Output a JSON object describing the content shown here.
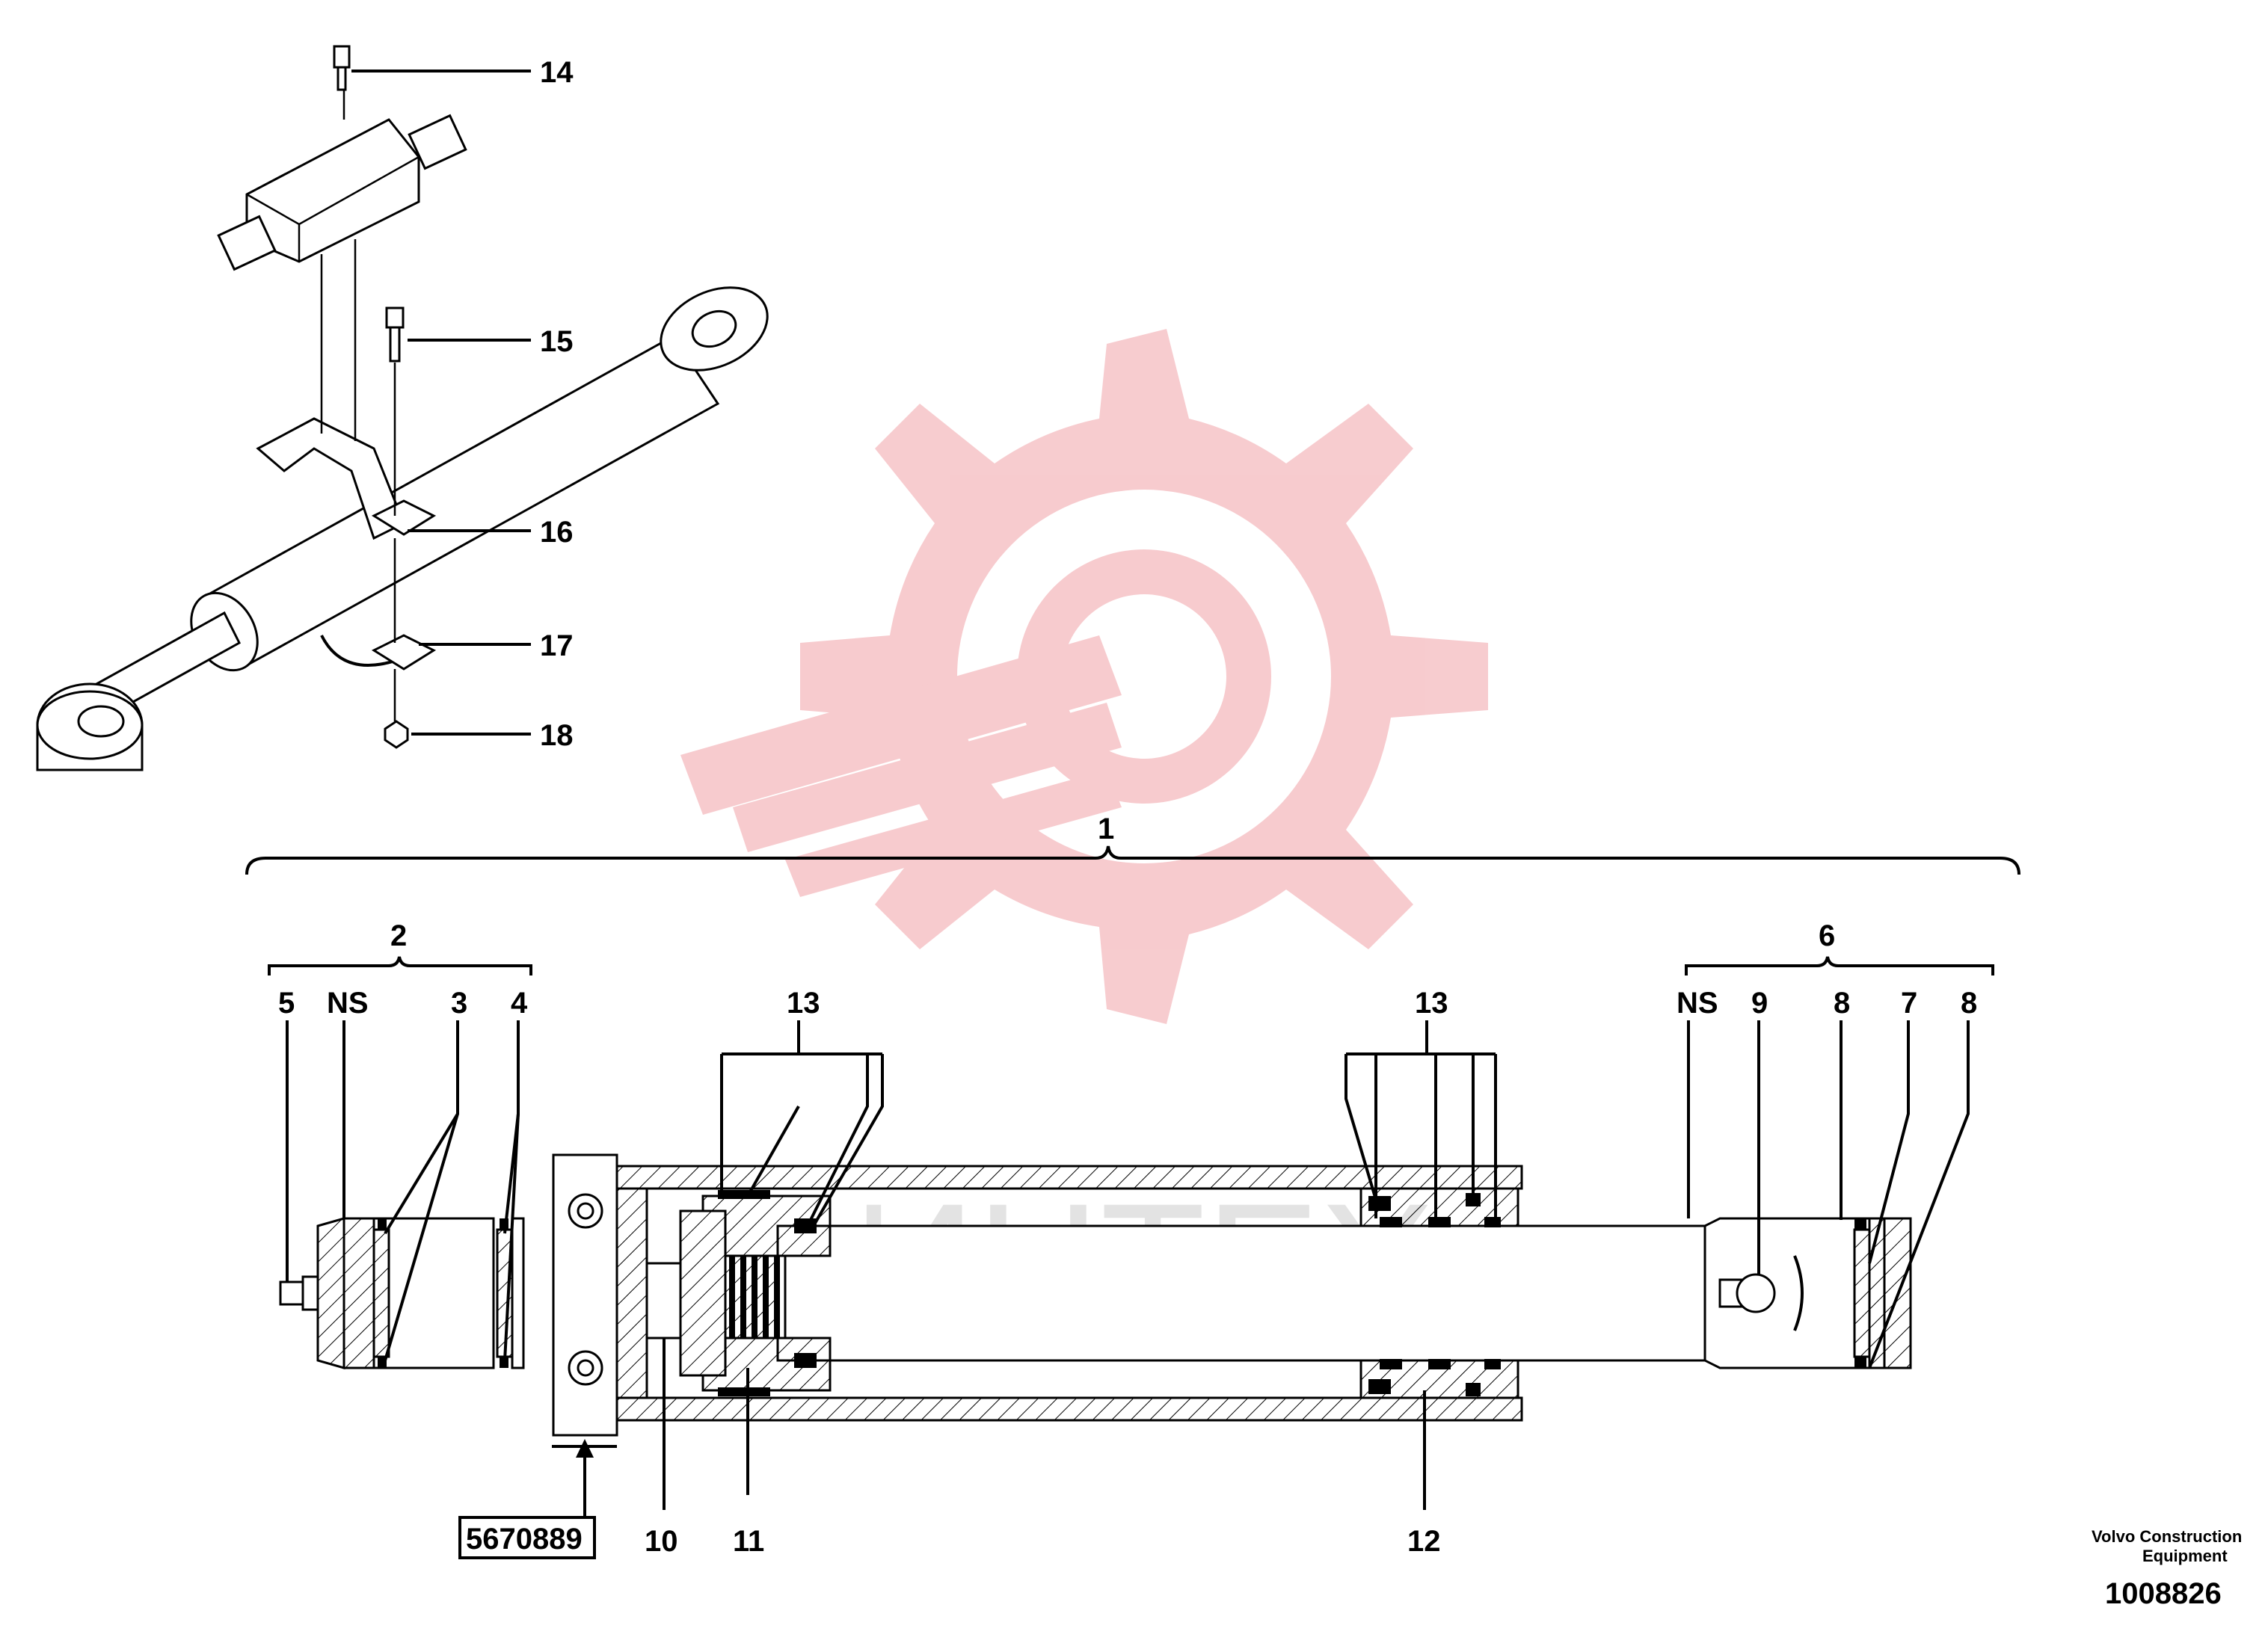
{
  "diagram": {
    "callouts": {
      "c1": "1",
      "c2": "2",
      "c3": "3",
      "c4": "4",
      "c5": "5",
      "c6": "6",
      "c7": "7",
      "c8a": "8",
      "c8b": "8",
      "c9": "9",
      "c10": "10",
      "c11": "11",
      "c12": "12",
      "c13a": "13",
      "c13b": "13",
      "c14": "14",
      "c15": "15",
      "c16": "16",
      "c17": "17",
      "c18": "18",
      "ns_left": "NS",
      "ns_right": "NS"
    },
    "kit_reference": "5670889",
    "watermark_text": "ИНТЕХ",
    "footer": {
      "maker_line1": "Volvo Construction",
      "maker_line2": "Equipment",
      "figure_number": "1008826"
    }
  },
  "colors": {
    "ink": "#000000",
    "watermark": "#f7c9cc",
    "watermark_text": "#e3e3e3"
  }
}
